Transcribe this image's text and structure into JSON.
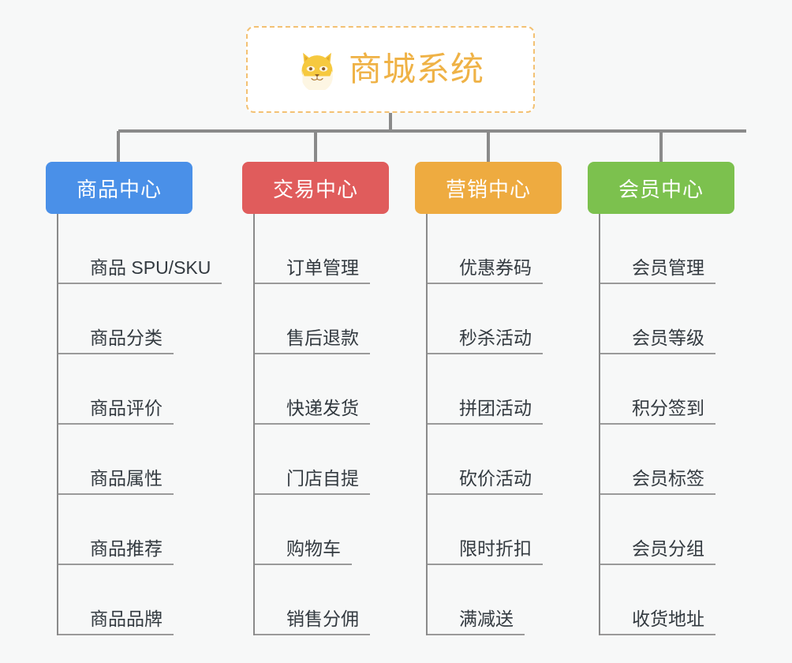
{
  "page": {
    "background_color": "#f7f8f8",
    "type": "mindmap-tree"
  },
  "root": {
    "title": "商城系统",
    "icon": "shiba-dog-face-icon",
    "text_color": "#efb246",
    "border_color": "#f3c173",
    "background_color": "#ffffff"
  },
  "connector": {
    "color": "#8a8a8a"
  },
  "columns": [
    {
      "header": "商品中心",
      "color": "#4a90e8",
      "items": [
        "商品 SPU/SKU",
        "商品分类",
        "商品评价",
        "商品属性",
        "商品推荐",
        "商品品牌"
      ]
    },
    {
      "header": "交易中心",
      "color": "#e05c5c",
      "items": [
        "订单管理",
        "售后退款",
        "快递发货",
        "门店自提",
        "购物车",
        "销售分佣"
      ]
    },
    {
      "header": "营销中心",
      "color": "#eeab40",
      "items": [
        "优惠券码",
        "秒杀活动",
        "拼团活动",
        "砍价活动",
        "限时折扣",
        "满减送"
      ]
    },
    {
      "header": "会员中心",
      "color": "#7cc14e",
      "items": [
        "会员管理",
        "会员等级",
        "积分签到",
        "会员标签",
        "会员分组",
        "收货地址"
      ]
    }
  ]
}
